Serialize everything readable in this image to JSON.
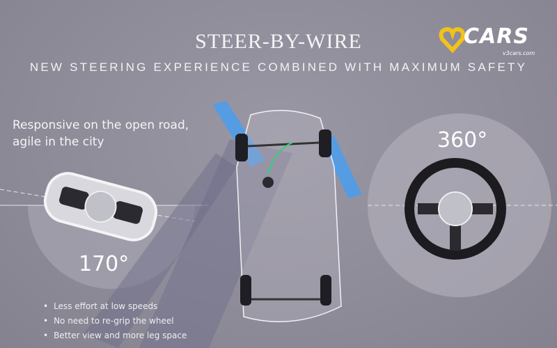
{
  "header": {
    "title": "STEER-BY-WIRE",
    "subtitle": "NEW STEERING EXPERIENCE COMBINED WITH MAXIMUM SAFETY"
  },
  "logo": {
    "text": "CARS",
    "url": "v3cars.com",
    "accent": "#f2c21b"
  },
  "left_panel": {
    "tagline_line1": "Responsive on the open road,",
    "tagline_line2": "agile in the city",
    "angle": "170°",
    "bullets": [
      "Less effort at low speeds",
      "No need to re-grip the wheel",
      "Better view and more leg space"
    ]
  },
  "right_panel": {
    "angle": "360°"
  },
  "colors": {
    "background": "#8e8b98",
    "wheel_highlight": "#3aa0ff",
    "wire": "#2fd27a"
  }
}
